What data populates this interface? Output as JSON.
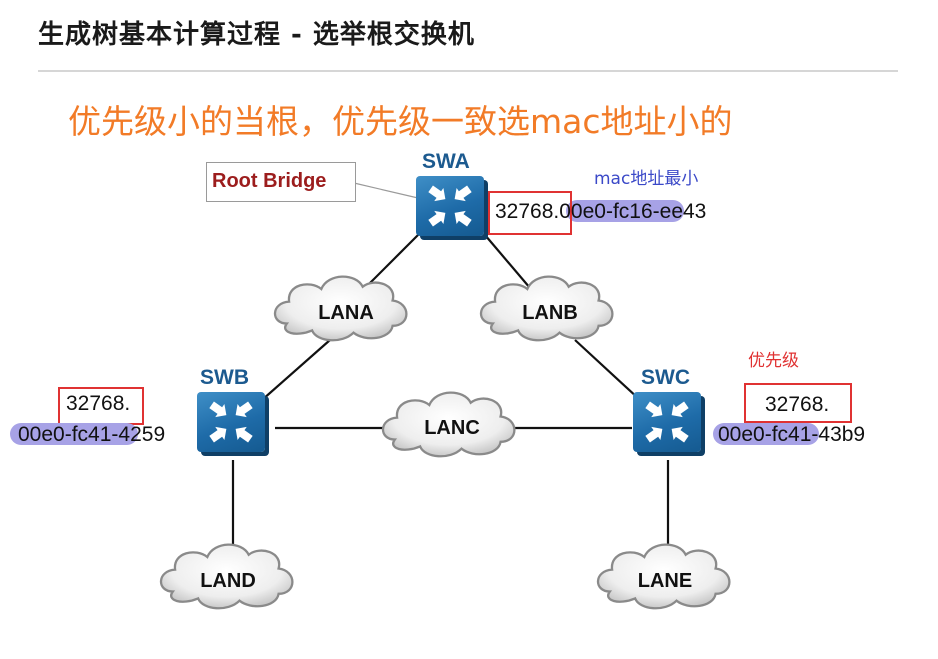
{
  "header": {
    "title": "生成树基本计算过程 - 选举根交换机",
    "subtitle": "优先级小的当根，优先级一致选mac地址小的"
  },
  "switches": {
    "swa": {
      "name": "SWA",
      "priority": "32768.",
      "mac_prefix": "00e0-fc16",
      "mac_suffix": "-ee43"
    },
    "swb": {
      "name": "SWB",
      "priority": "32768.",
      "mac_prefix": "00e0-fc41-",
      "mac_suffix": "4259"
    },
    "swc": {
      "name": "SWC",
      "priority": "32768.",
      "mac_prefix": "00e0-fc41",
      "mac_suffix": "-43b9"
    }
  },
  "lans": {
    "a": "LANA",
    "b": "LANB",
    "c": "LANC",
    "d": "LAND",
    "e": "LANE"
  },
  "annotations": {
    "root_bridge": "Root Bridge",
    "mac_min": "mac地址最小",
    "priority": "优先级"
  },
  "colors": {
    "title": "#1a1a1a",
    "subtitle": "#f27b27",
    "switch_label": "#1c5a8f",
    "root_bridge": "#9c1d1d",
    "highlight": "#a7a2e6",
    "red_box": "#e03232",
    "blue_note": "#3b49c8"
  }
}
